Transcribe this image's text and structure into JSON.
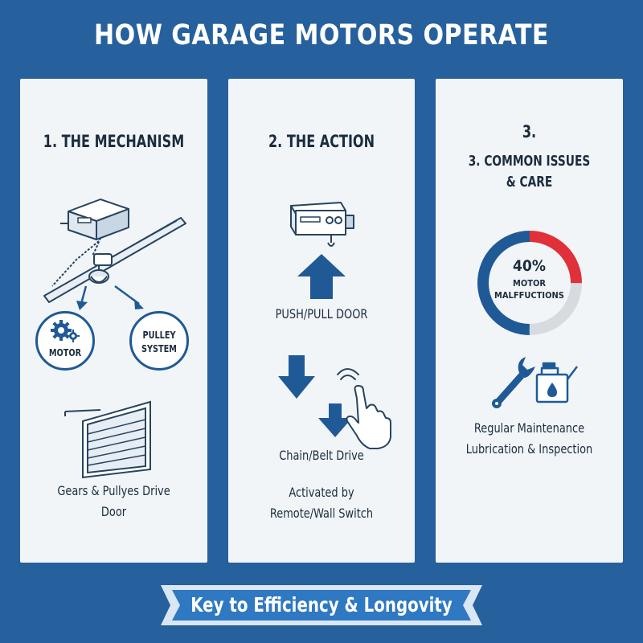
{
  "title": "HOW GARAGE MOTORS OPERATE",
  "panels": [
    {
      "heading": "1. THE MECHANISM",
      "circles": [
        "MOTOR",
        "PULLEY",
        "SYSTEM"
      ],
      "caption_lines": [
        "Gears & Pullyes Drive",
        "Door"
      ]
    },
    {
      "heading": "2. THE ACTION",
      "push_label": "PUSH/PULL DOOR",
      "drive_label": "Chain/Belt Drive",
      "activation_lines": [
        "Activated by",
        "Remote/Wall Switch"
      ]
    },
    {
      "number": "3.",
      "heading_lines": [
        "3. COMMON ISSUES",
        "& CARE"
      ],
      "donut": {
        "value": "40%",
        "label_lines": [
          "MOTOR",
          "MALFFUCTIONS"
        ],
        "percent": 40
      },
      "caption_lines": [
        "Regular Maintenance",
        "Lubrication & Inspection"
      ]
    }
  ],
  "banner": "Key to Efficiency & Longovity",
  "colors": {
    "background": "#26609d",
    "panel": "#f2f5f8",
    "accent_blue": "#1f5a97",
    "accent_red": "#e0303a",
    "ring_grey": "#d7dbdf"
  },
  "icons": [
    "garage-opener-unit-icon",
    "gears-icon",
    "garage-door-icon",
    "remote-control-icon",
    "push-up-arrow-icon",
    "down-arrow-icon",
    "hand-tap-icon",
    "wrench-icon",
    "oil-can-icon"
  ]
}
